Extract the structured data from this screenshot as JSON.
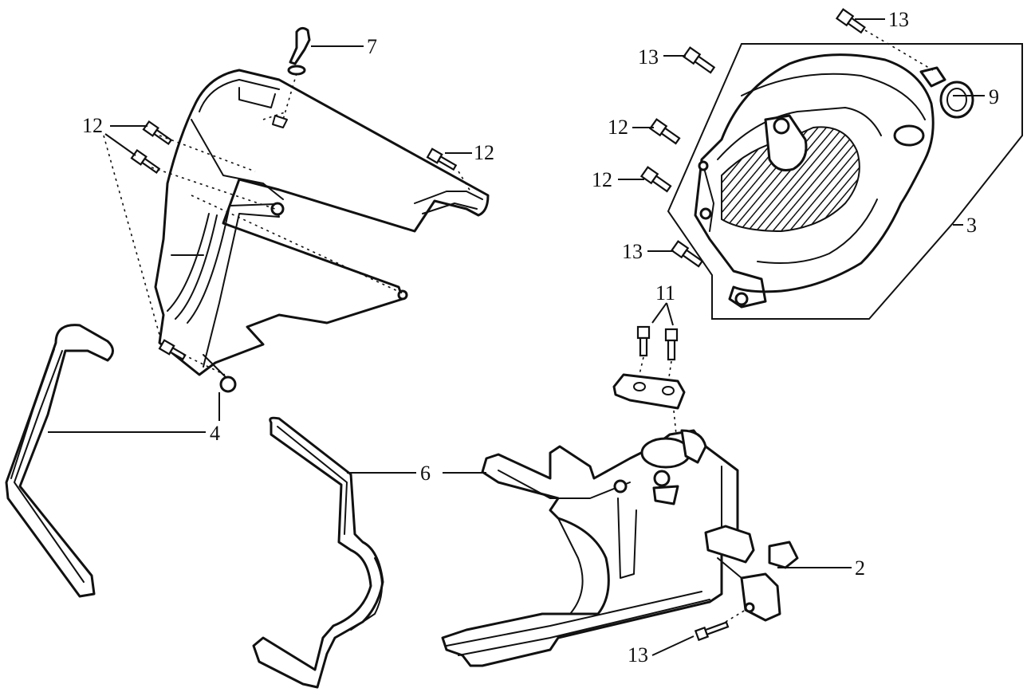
{
  "callouts": {
    "c1": "7",
    "c2": "12",
    "c3": "12",
    "c4": "13",
    "c5": "13",
    "c6": "9",
    "c7": "12",
    "c8": "12",
    "c9": "3",
    "c10": "13",
    "c11": "11",
    "c12": "4",
    "c13": "6",
    "c14": "2",
    "c15": "13"
  }
}
